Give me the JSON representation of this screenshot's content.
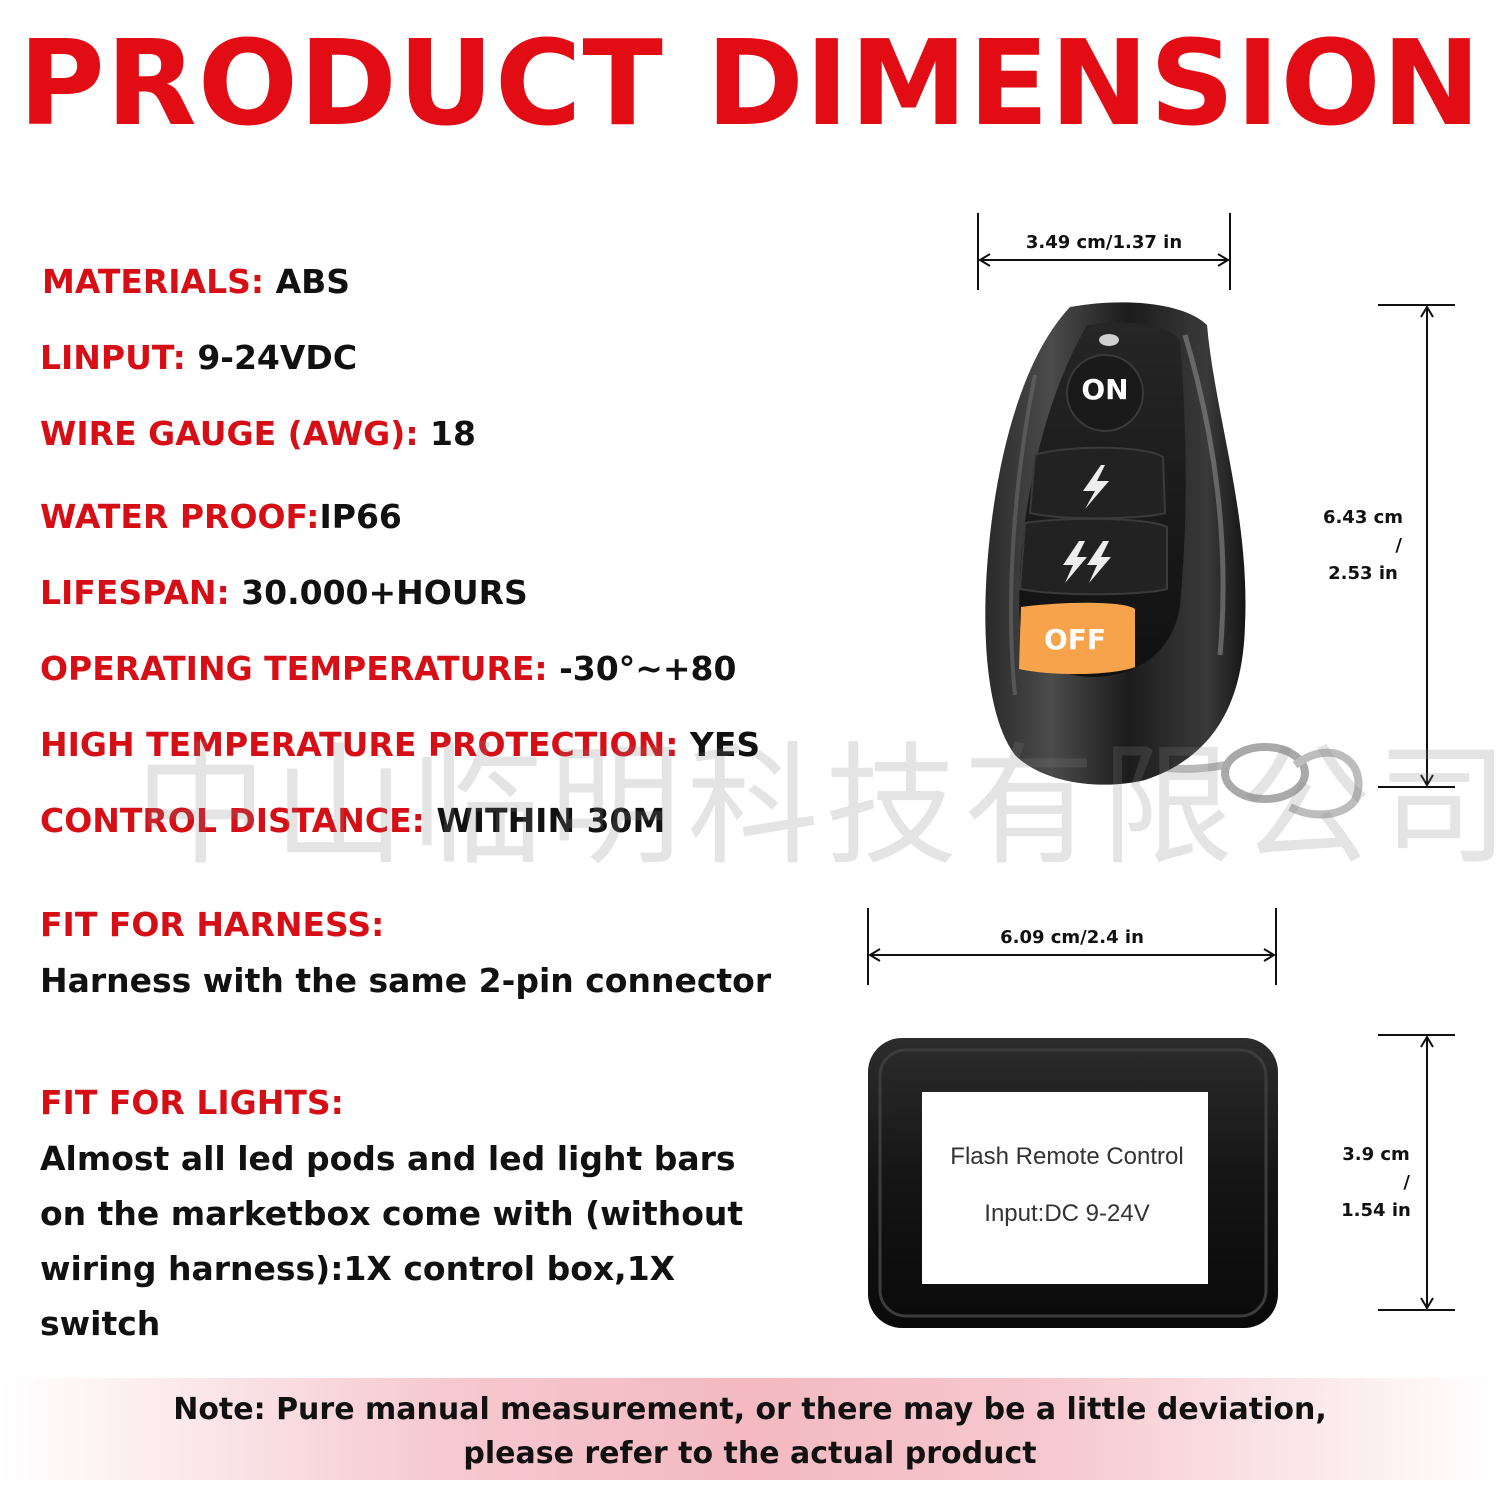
{
  "title": "PRODUCT DIMENSION",
  "specs": [
    {
      "key": "MATERIALS: ",
      "value": "ABS"
    },
    {
      "key": "LINPUT: ",
      "value": "9-24VDC"
    },
    {
      "key": "WIRE GAUGE (AWG): ",
      "value": "18"
    },
    {
      "key": "WATER PROOF:",
      "value": "IP66"
    },
    {
      "key": "LIFESPAN: ",
      "value": "30.000+HOURS"
    },
    {
      "key": "OPERATING TEMPERATURE: ",
      "value": "-30°~+80"
    },
    {
      "key": "HIGH TEMPERATURE PROTECTION: ",
      "value": "YES"
    },
    {
      "key": "CONTROL DISTANCE: ",
      "value": "WITHIN 30M"
    }
  ],
  "harness": {
    "label": "FIT FOR HARNESS:",
    "text": "Harness with the same 2-pin connector"
  },
  "lights": {
    "label": "FIT FOR LIGHTS:",
    "lines": [
      "Almost all led pods and led light bars",
      "on the marketbox come with (without",
      "wiring harness):1X control box,1X switch"
    ]
  },
  "remote": {
    "width_label": "3.49 cm/1.37 in",
    "height_line1": "6.43 cm",
    "height_sep": "/",
    "height_line2": "2.53 in",
    "button_on": "ON",
    "button_off": "OFF"
  },
  "box": {
    "width_label": "6.09 cm/2.4 in",
    "height_line1": "3.9 cm",
    "height_sep": "/",
    "height_line2": "1.54 in",
    "label_line1": "Flash Remote Control",
    "label_line2": "Input:DC 9-24V"
  },
  "note": {
    "line1": "Note: Pure manual measurement, or there may be a little deviation,",
    "line2": "please refer to the actual product"
  },
  "watermark": "中山临明科技有限公司",
  "colors": {
    "title_red": "#e20c14",
    "label_red": "#d60f16",
    "off_orange": "#f6a34b"
  }
}
